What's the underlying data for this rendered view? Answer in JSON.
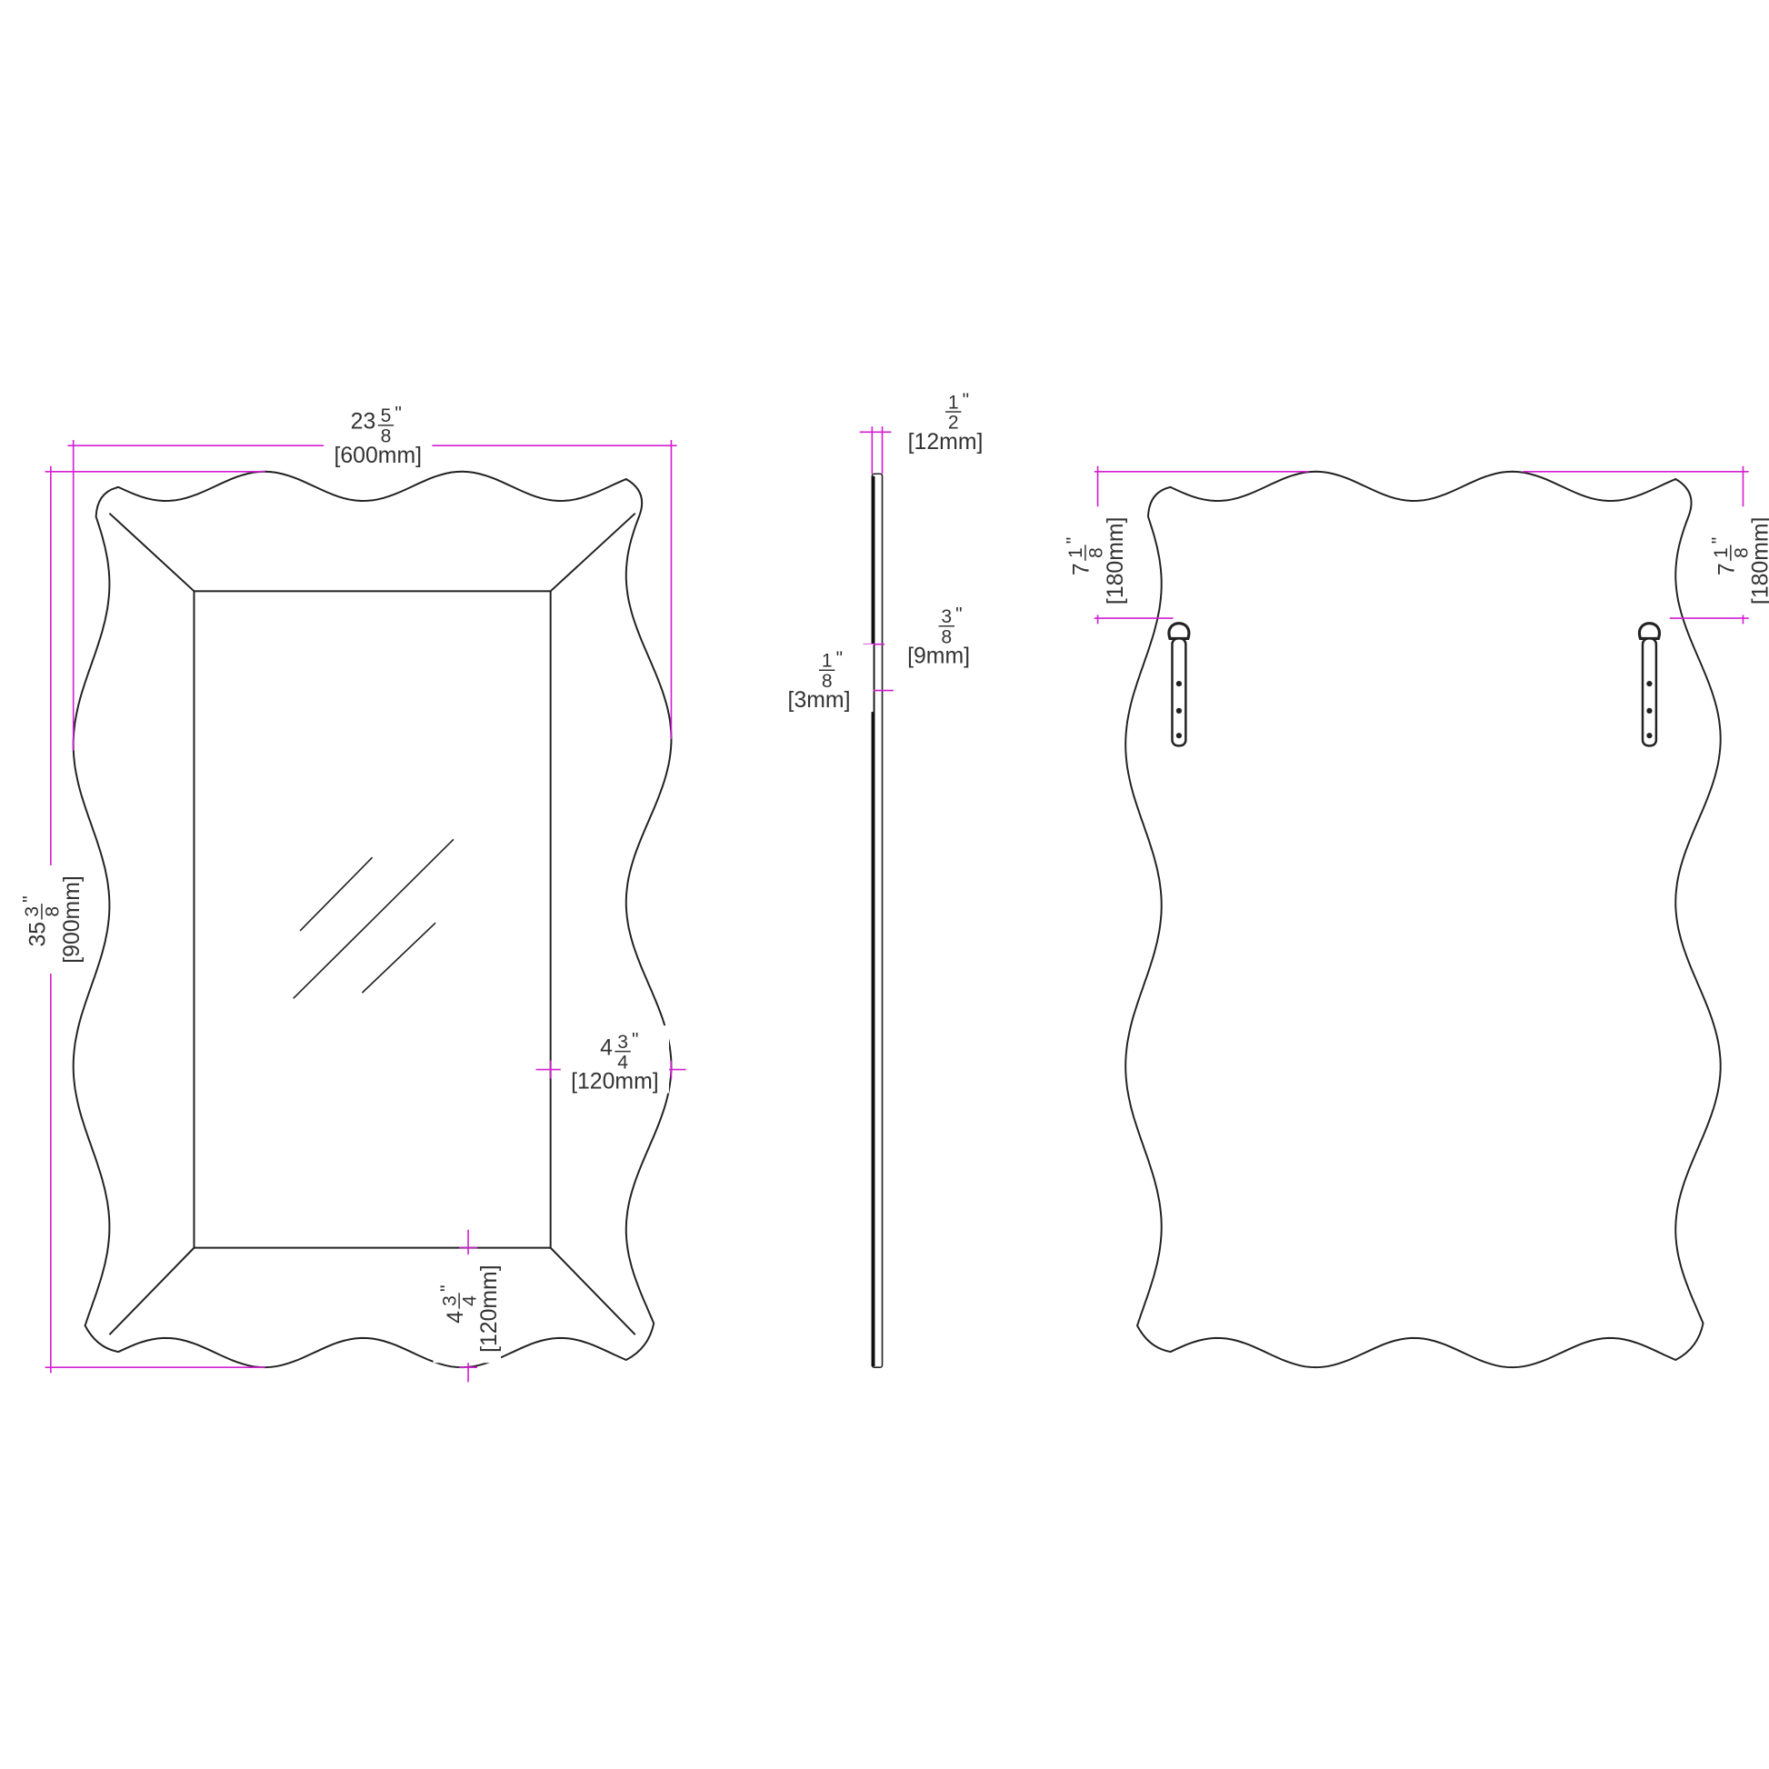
{
  "colors": {
    "outline": "#222222",
    "dimension": "#d21fd2",
    "background": "#ffffff"
  },
  "front_view": {
    "width": {
      "whole": "23",
      "num": "5",
      "den": "8",
      "inch": "\"",
      "mm": "[600mm]"
    },
    "height": {
      "whole": "35",
      "num": "3",
      "den": "8",
      "inch": "\"",
      "mm": "[900mm]"
    },
    "bevel_side": {
      "whole": "4",
      "num": "3",
      "den": "4",
      "inch": "\"",
      "mm": "[120mm]"
    },
    "bevel_bottom": {
      "whole": "4",
      "num": "3",
      "den": "4",
      "inch": "\"",
      "mm": "[120mm]"
    }
  },
  "side_view": {
    "total_thickness": {
      "whole": "",
      "num": "1",
      "den": "2",
      "inch": "\"",
      "mm": "[12mm]"
    },
    "mirror_thickness": {
      "whole": "",
      "num": "3",
      "den": "8",
      "inch": "\"",
      "mm": "[9mm]"
    },
    "backing_thickness": {
      "whole": "",
      "num": "1",
      "den": "8",
      "inch": "\"",
      "mm": "[3mm]"
    }
  },
  "back_view": {
    "hook_left": {
      "whole": "7",
      "num": "1",
      "den": "8",
      "inch": "\"",
      "mm": "[180mm]"
    },
    "hook_right": {
      "whole": "7",
      "num": "1",
      "den": "8",
      "inch": "\"",
      "mm": "[180mm]"
    },
    "hanger_icon": "d-ring-hanger"
  }
}
